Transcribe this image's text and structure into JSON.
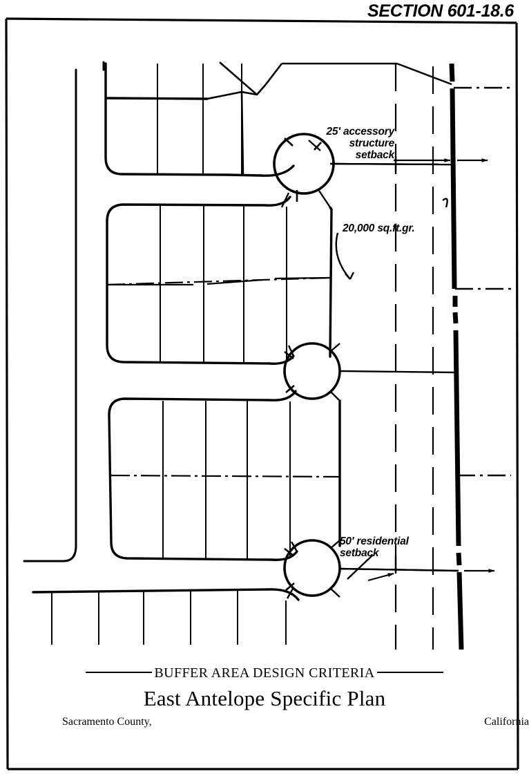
{
  "sheet": {
    "section_label": "SECTION 601-18.6"
  },
  "drawing": {
    "annotations": [
      {
        "id": "accessory-structure-setback",
        "text": "25' accessory\nstructure\nsetback",
        "dimension": "25'",
        "subject": "accessory structure setback"
      },
      {
        "id": "lot-size",
        "text": "20,000 sq.ft.gr.",
        "value": "20,000",
        "unit": "sq.ft.gr."
      },
      {
        "id": "residential-setback",
        "text": "50' residential\nsetback",
        "dimension": "50'",
        "subject": "residential setback"
      }
    ]
  },
  "title_block": {
    "criteria": "BUFFER AREA DESIGN CRITERIA",
    "plan_name": "East Antelope Specific Plan",
    "county": "Sacramento County,",
    "state": "California"
  },
  "colors": {
    "ink": "#000000",
    "paper": "#ffffff"
  }
}
